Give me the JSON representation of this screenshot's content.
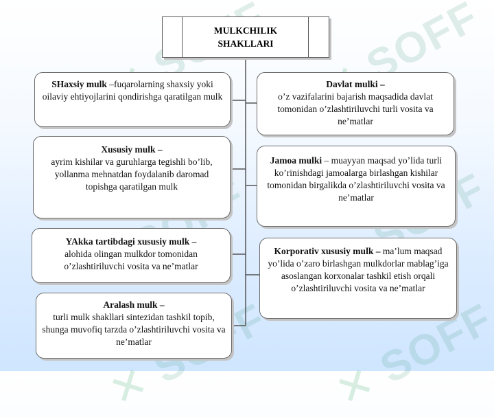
{
  "title": "MULKCHILIK\nSHAKLLARI",
  "left_boxes": [
    {
      "term": "SHaxsiy mulk",
      "sep": " –",
      "text": "fuqarolarning shaxsiy yoki oilaviy ehtiyojlarini qondirishga qaratilgan mulk"
    },
    {
      "term": "Xususiy mulk –",
      "sep": "",
      "text": "ayrim kishilar va guruhlarga tegishli bo’lib, yollanma mehnatdan foydalanib daromad topishga qaratilgan mulk"
    },
    {
      "term": "YAkka tartibdagi xususiy mulk –",
      "sep": "",
      "text": "alohida olingan mulkdor tomonidan o’zlashtiriluvchi vosita va ne’matlar"
    },
    {
      "term": "Aralash mulk –",
      "sep": "",
      "text": "turli mulk shakllari sintezidan tashkil topib, shunga muvofiq tarzda o’zlashtiriluvchi vosita va ne’matlar"
    }
  ],
  "right_boxes": [
    {
      "term": "Davlat mulki –",
      "sep": "",
      "text": "o’z vazifalarini bajarish maqsadida davlat tomonidan o’zlashtiriluvchi turli vosita va ne’matlar"
    },
    {
      "term": "Jamoa mulki",
      "sep": " – ",
      "text": "muayyan maqsad yo’lida turli ko’rinishdagi jamoalarga birlashgan kishilar tomonidan  birgalikda o’zlashtiriluvchi vosita va ne’matlar"
    },
    {
      "term": "Korporativ xususiy mulk –",
      "sep": " ",
      "text": "ma’lum maqsad yo’lida o’zaro birlashgan mulkdorlar mablag’iga asoslangan korxonalar tashkil etish orqali o’zlashtiriluvchi vosita va ne’matlar"
    }
  ],
  "watermark": "SOFF"
}
